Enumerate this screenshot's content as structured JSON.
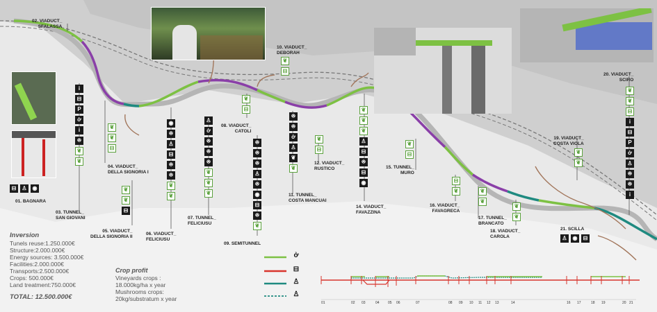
{
  "colors": {
    "purple": "#8a3fa8",
    "green": "#7dc143",
    "teal": "#1f8a80",
    "red": "#d8342c",
    "grey": "#9a9a9a",
    "brown": "#a2765b"
  },
  "labels": [
    {
      "id": "v02",
      "text": "02. VIADUCT_\nSFALASSA"
    },
    {
      "id": "v10",
      "text": "10. VIADUCT_\nDEBORAH"
    },
    {
      "id": "v20",
      "text": "20. VIADUCT_\nSCIRO"
    },
    {
      "id": "v08",
      "text": "08. VIADUCT_\nCATOLI"
    },
    {
      "id": "v04",
      "text": "04. VIADUCT_\nDELLA SIGNORIA I"
    },
    {
      "id": "v12",
      "text": "12. VIADUCT_\nRUSTICO"
    },
    {
      "id": "t15",
      "text": "15. TUNNEL_\nMURO"
    },
    {
      "id": "v19",
      "text": "19. VIADUCT_\nCOSTA VIOLA"
    },
    {
      "id": "b01",
      "text": "01. BAGNARA"
    },
    {
      "id": "t11",
      "text": "11. TUNNEL_\nCOSTA MANCUAI"
    },
    {
      "id": "t03",
      "text": "03. TUNNEL_\nSAN GIOVANI"
    },
    {
      "id": "t07",
      "text": "07. TUNNEL_\nFELICIUSU"
    },
    {
      "id": "v14",
      "text": "14. VIADUCT_\nFAVAZZINA"
    },
    {
      "id": "v16",
      "text": "16. VIADUCT_\nFAVAGRECA"
    },
    {
      "id": "t17",
      "text": "17. TUNNEL_\nBRANCATO"
    },
    {
      "id": "v18",
      "text": "18. VIADUCT_\nCAROLA"
    },
    {
      "id": "s21",
      "text": "21. SCILLA"
    },
    {
      "id": "v05",
      "text": "05. VIADUCT_\nDELLA SIGNORIA II"
    },
    {
      "id": "v06",
      "text": "06. VIADUCT_\nFELICIUSU"
    },
    {
      "id": "st09",
      "text": "09. SEMITUNNEL"
    }
  ],
  "investment": {
    "heading": "Inversion",
    "lines": [
      "Tunels reuse:1.250.000€",
      "Structure:2.000.000€",
      "Energy sources: 3.500.000€",
      "Facilities:2.000.000€",
      "Transports:2.500.000€",
      "Crops: 500.000€",
      "Land treatment:750.000€"
    ],
    "total": "TOTAL: 12.500.000€"
  },
  "crop_profit": {
    "heading": "Crop profit",
    "lines": [
      "Vineyards crops :",
      "18.000kg/ha x year",
      "Mushrooms crops:",
      "20kg/substratum x year"
    ]
  },
  "ticks": [
    "01",
    "02",
    "03",
    "04",
    "05",
    "06",
    "07",
    "08",
    "09",
    "10",
    "11",
    "12",
    "13",
    "14",
    "16",
    "17",
    "18",
    "19",
    "20",
    "21"
  ],
  "icons": {
    "camera": "◉",
    "parking": "P",
    "bike": "ở",
    "info": "i",
    "people": "ꔮ",
    "car": "⊟",
    "leaf": "❦",
    "walk": "♙"
  }
}
